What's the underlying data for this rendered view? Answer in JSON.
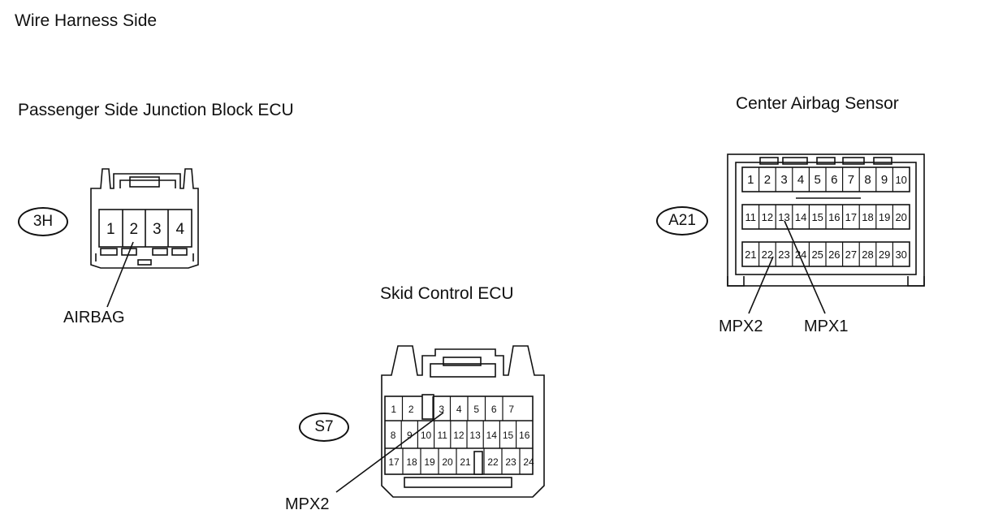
{
  "header": {
    "title": "Wire Harness Side"
  },
  "connectors": {
    "junction_block": {
      "title": "Passenger Side Junction Block ECU",
      "code": "3H",
      "pins": [
        "1",
        "2",
        "3",
        "4"
      ],
      "pin_label": "AIRBAG"
    },
    "skid_control": {
      "title": "Skid Control ECU",
      "code": "S7",
      "rows": [
        [
          "1",
          "2",
          "3",
          "4",
          "5",
          "6",
          "7"
        ],
        [
          "8",
          "9",
          "10",
          "11",
          "12",
          "13",
          "14",
          "15",
          "16"
        ],
        [
          "17",
          "18",
          "19",
          "20",
          "21",
          "22",
          "23",
          "24"
        ]
      ],
      "pin_label": "MPX2"
    },
    "center_airbag": {
      "title": "Center Airbag Sensor",
      "code": "A21",
      "rows": [
        [
          "1",
          "2",
          "3",
          "4",
          "5",
          "6",
          "7",
          "8",
          "9",
          "10"
        ],
        [
          "11",
          "12",
          "13",
          "14",
          "15",
          "16",
          "17",
          "18",
          "19",
          "20"
        ],
        [
          "21",
          "22",
          "23",
          "24",
          "25",
          "26",
          "27",
          "28",
          "29",
          "30"
        ]
      ],
      "pin_labels": [
        "MPX2",
        "MPX1"
      ]
    }
  }
}
